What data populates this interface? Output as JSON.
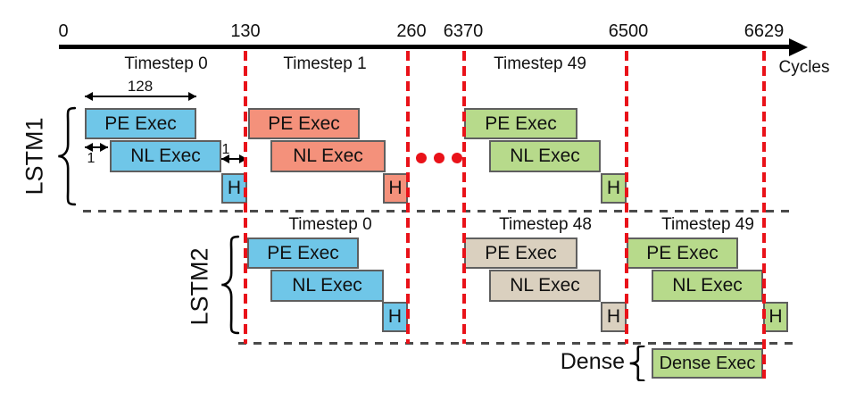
{
  "axis": {
    "ticks": [
      "0",
      "130",
      "260",
      "6370",
      "6500",
      "6629"
    ],
    "unit": "Cycles"
  },
  "annotations": {
    "pe_width": "128",
    "nl_offset": "1",
    "h_offset": "1"
  },
  "lstm1": {
    "label": "LSTM1",
    "timesteps": [
      {
        "name": "Timestep 0",
        "color": "#6FC6E8",
        "pe": "PE Exec",
        "nl": "NL Exec",
        "h": "H"
      },
      {
        "name": "Timestep 1",
        "color": "#F4917B",
        "pe": "PE Exec",
        "nl": "NL Exec",
        "h": "H"
      },
      {
        "name": "Timestep 49",
        "color": "#B7DA8B",
        "pe": "PE Exec",
        "nl": "NL Exec",
        "h": "H"
      }
    ]
  },
  "lstm2": {
    "label": "LSTM2",
    "timesteps": [
      {
        "name": "Timestep 0",
        "color": "#6FC6E8",
        "pe": "PE Exec",
        "nl": "NL Exec",
        "h": "H"
      },
      {
        "name": "Timestep 48",
        "color": "#DAD0BF",
        "pe": "PE Exec",
        "nl": "NL Exec",
        "h": "H"
      },
      {
        "name": "Timestep 49",
        "color": "#B7DA8B",
        "pe": "PE Exec",
        "nl": "NL Exec",
        "h": "H"
      }
    ]
  },
  "dense": {
    "label": "Dense",
    "exec_label": "Dense Exec",
    "color": "#B7DA8B"
  },
  "colors": {
    "timestep0_blue": "#6FC6E8",
    "timestep1_orange": "#F4917B",
    "timestep48_tan": "#DAD0BF",
    "timestep49_green": "#B7DA8B",
    "boundary_red": "#E91219",
    "block_border_gray": "#5F5F5F"
  }
}
